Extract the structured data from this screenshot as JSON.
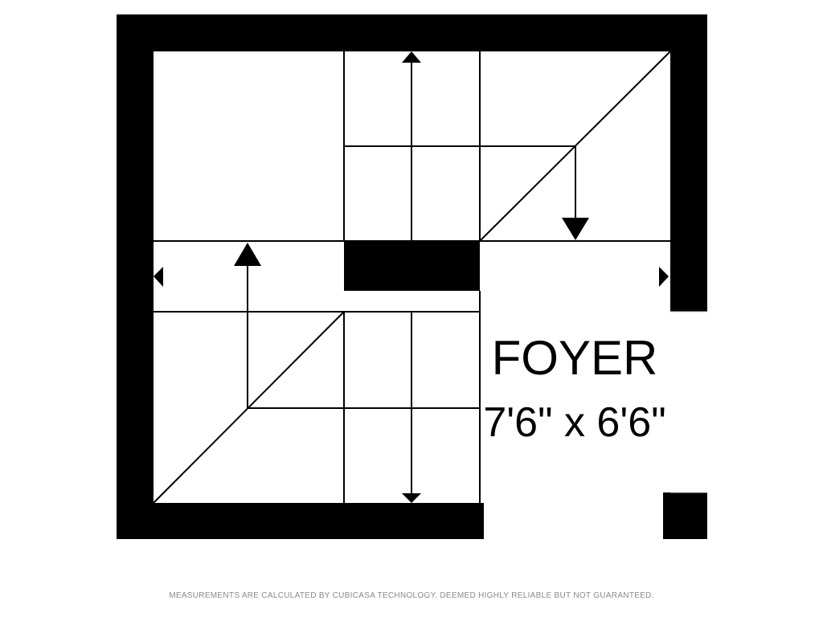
{
  "room": {
    "name": "FOYER",
    "dimensions": "7'6\" x 6'6\""
  },
  "footer": {
    "disclaimer": "MEASUREMENTS ARE CALCULATED BY CUBICASA TECHNOLOGY. DEEMED HIGHLY RELIABLE BUT NOT GUARANTEED."
  },
  "colors": {
    "wall": "#000000",
    "background": "#ffffff",
    "disclaimer_text": "#8a8a8a"
  },
  "icons": [
    "staircase-icon",
    "door-opening-icon",
    "arrow-up-icon",
    "arrow-down-icon",
    "arrow-left-icon",
    "arrow-right-icon"
  ]
}
